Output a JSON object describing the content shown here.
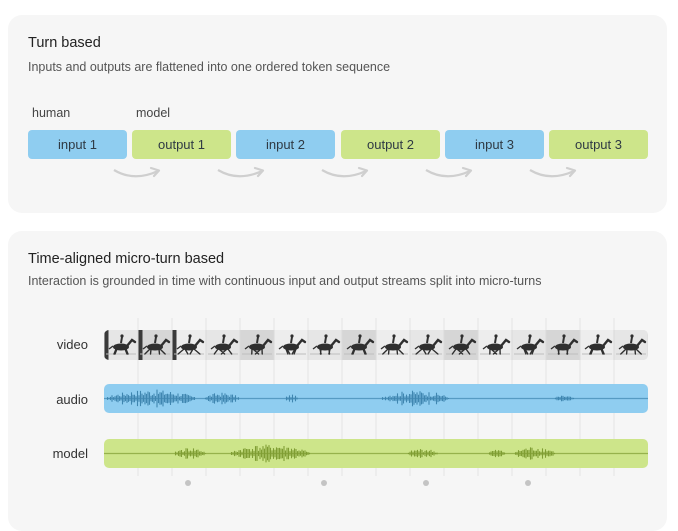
{
  "turn_based": {
    "title": "Turn based",
    "subtitle": "Inputs and outputs are flattened into one ordered token sequence",
    "roles": {
      "human": "human",
      "model": "model"
    },
    "tokens": [
      {
        "label": "input 1",
        "kind": "input"
      },
      {
        "label": "output 1",
        "kind": "output"
      },
      {
        "label": "input 2",
        "kind": "input"
      },
      {
        "label": "output 2",
        "kind": "output"
      },
      {
        "label": "input 3",
        "kind": "input"
      },
      {
        "label": "output 3",
        "kind": "output"
      }
    ]
  },
  "micro_turn": {
    "title": "Time-aligned micro-turn based",
    "subtitle": "Interaction is grounded in time with continuous input and output streams split into micro-turns",
    "rows": {
      "video": "video",
      "audio": "audio",
      "model": "model"
    },
    "video_frames": 16
  },
  "colors": {
    "input": "#8fcdf0",
    "output": "#cde58a",
    "audio_wave": "#3f86b0",
    "model_wave": "#7f9d33"
  },
  "icons": [
    "curved-arrow-icon",
    "running-horse-frame-icon"
  ]
}
